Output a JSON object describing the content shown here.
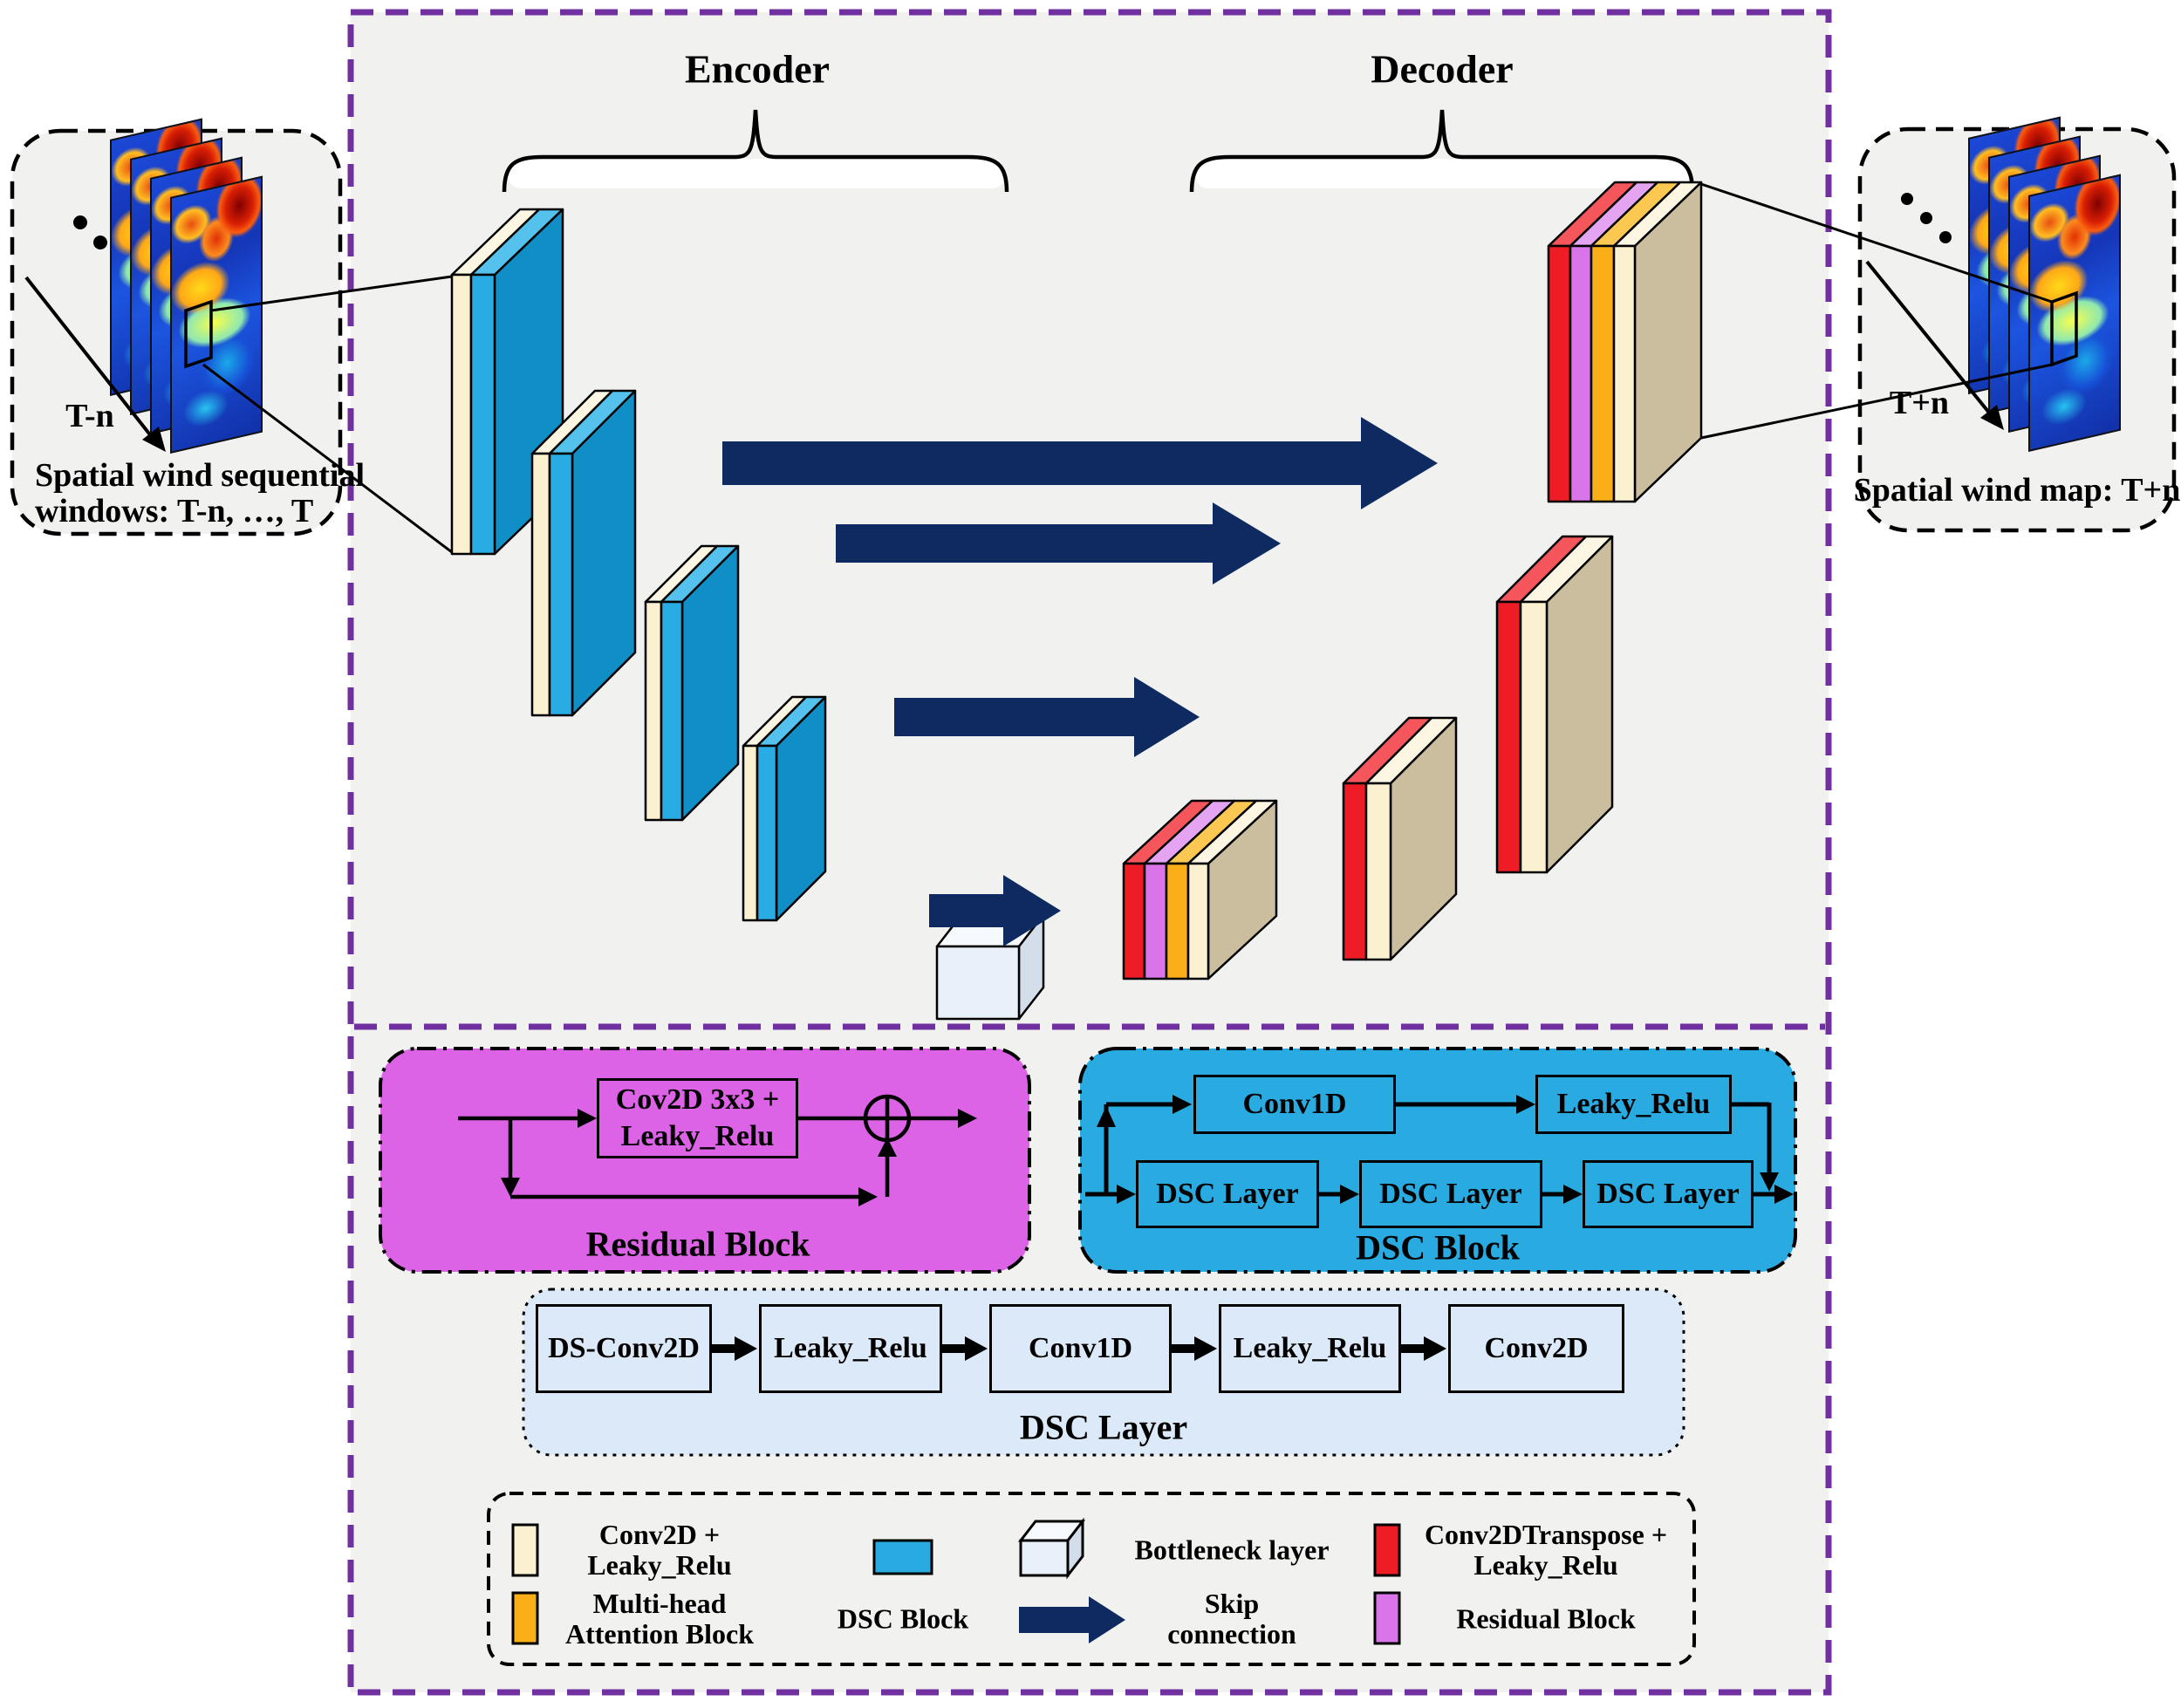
{
  "figure": {
    "type": "encoder-decoder U-Net architecture diagram for spatial wind forecasting"
  },
  "encoder_label": "Encoder",
  "decoder_label": "Decoder",
  "input_panel": {
    "time_label": "T-n",
    "caption_line1": "Spatial wind sequential",
    "caption_line2": "windows: T-n, …, T"
  },
  "output_panel": {
    "time_label": "T+n",
    "caption": "Spatial wind map: T+n"
  },
  "residual_block": {
    "title": "Residual Block",
    "box_line1": "Cov2D 3x3 +",
    "box_line2": "Leaky_Relu"
  },
  "dsc_block": {
    "title": "DSC Block",
    "conv1d": "Conv1D",
    "leaky_relu": "Leaky_Relu",
    "layers": [
      "DSC Layer",
      "DSC Layer",
      "DSC Layer"
    ]
  },
  "dsc_layer": {
    "title": "DSC Layer",
    "boxes": [
      "DS-Conv2D",
      "Leaky_Relu",
      "Conv1D",
      "Leaky_Relu",
      "Conv2D"
    ]
  },
  "legend": {
    "conv2d_line1": "Conv2D +",
    "conv2d_line2": "Leaky_Relu",
    "multihead_line1": "Multi-head",
    "multihead_line2": "Attention Block",
    "dsc_block": "DSC Block",
    "bottleneck": "Bottleneck layer",
    "skip_line1": "Skip",
    "skip_line2": "connection",
    "transpose_line1": "Conv2DTranspose +",
    "transpose_line2": "Leaky_Relu",
    "residual": "Residual Block"
  },
  "colors": {
    "panel_gray": "#F1F1F0",
    "purple_border": "#7030A0",
    "skip_arrow_navy": "#0F2A60",
    "conv2d_cream": "#FBF0D0",
    "dsc_blue": "#29ABE2",
    "dsc_blue_side": "#0F8FC5",
    "transpose_red": "#EE1C25",
    "residual_violet": "#D974E9",
    "attention_orange": "#FAAF18",
    "body_tan": "#CBBE9E",
    "bottleneck_face": "#EAF0F9",
    "residual_panel": "#DC63E6",
    "dsc_layer_panel": "#DCE9F8"
  }
}
